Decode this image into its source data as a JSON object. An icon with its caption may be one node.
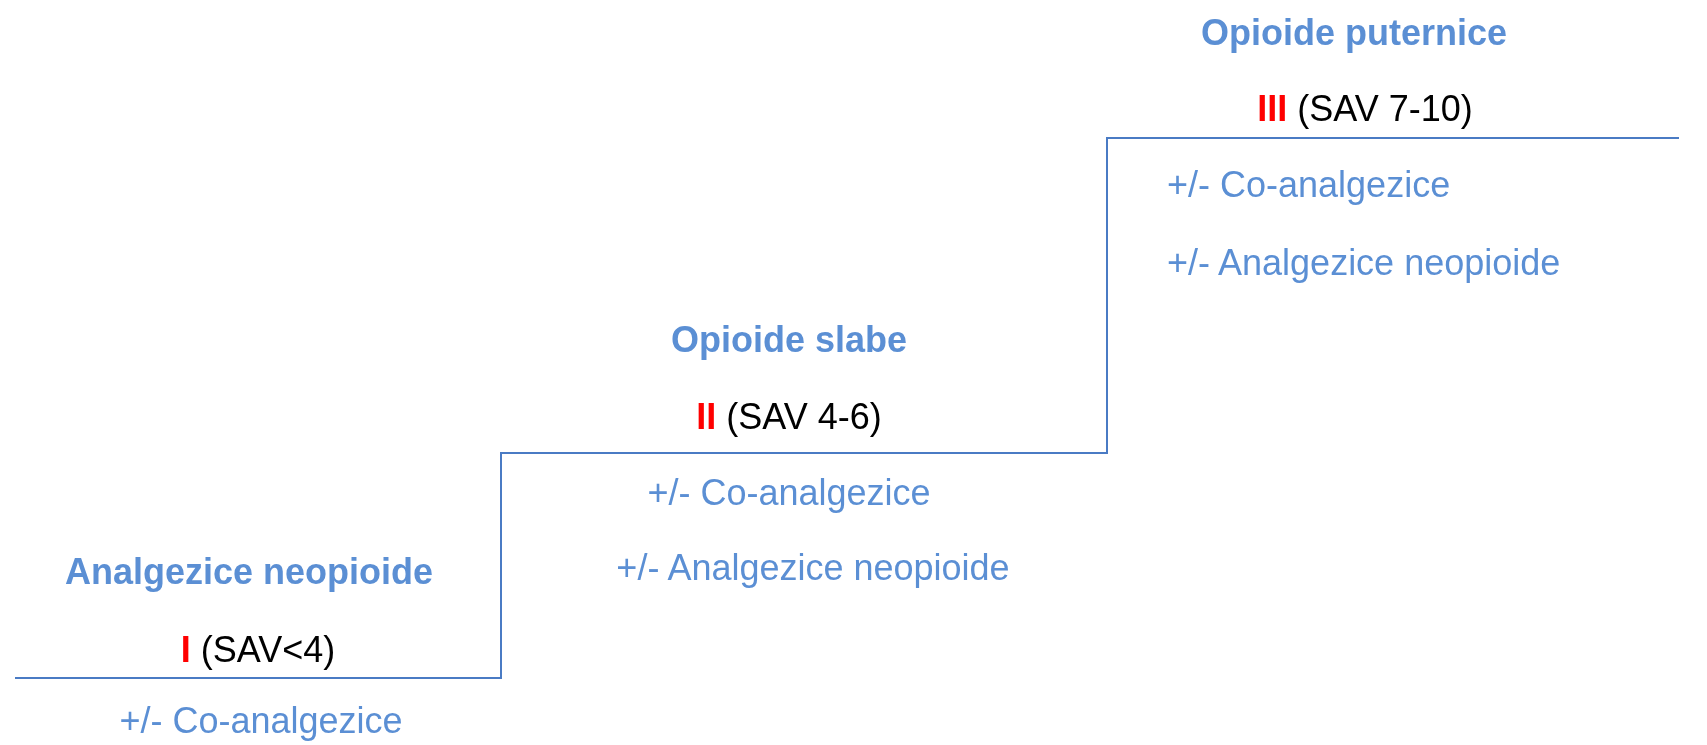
{
  "diagram": {
    "labels": [
      "Opioide puternice",
      "III",
      "(SAV 7-10)",
      "+/- Co-analgezice",
      "+/- Analgezice neopioide",
      "Opioide slabe",
      "II",
      "(SAV 4-6)",
      "+/- Co-analgezice",
      "+/- Analgezice neopioide",
      "Analgezice neopioide",
      "I",
      "(SAV<4)",
      "+/- Co-analgezice"
    ]
  }
}
